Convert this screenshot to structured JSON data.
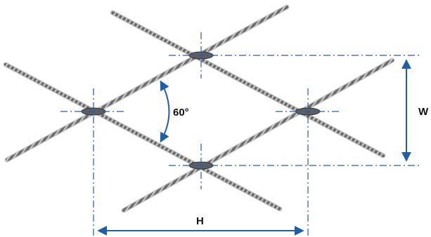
{
  "labels": {
    "angle": "60°",
    "width": "W",
    "height": "H"
  },
  "colors": {
    "dimension": "#1f5fa8",
    "rope_dark": "#4a4a4a",
    "rope_light": "#d0d0d0",
    "ferrule": "#5a5f66"
  },
  "shown_angle_deg": 60
}
